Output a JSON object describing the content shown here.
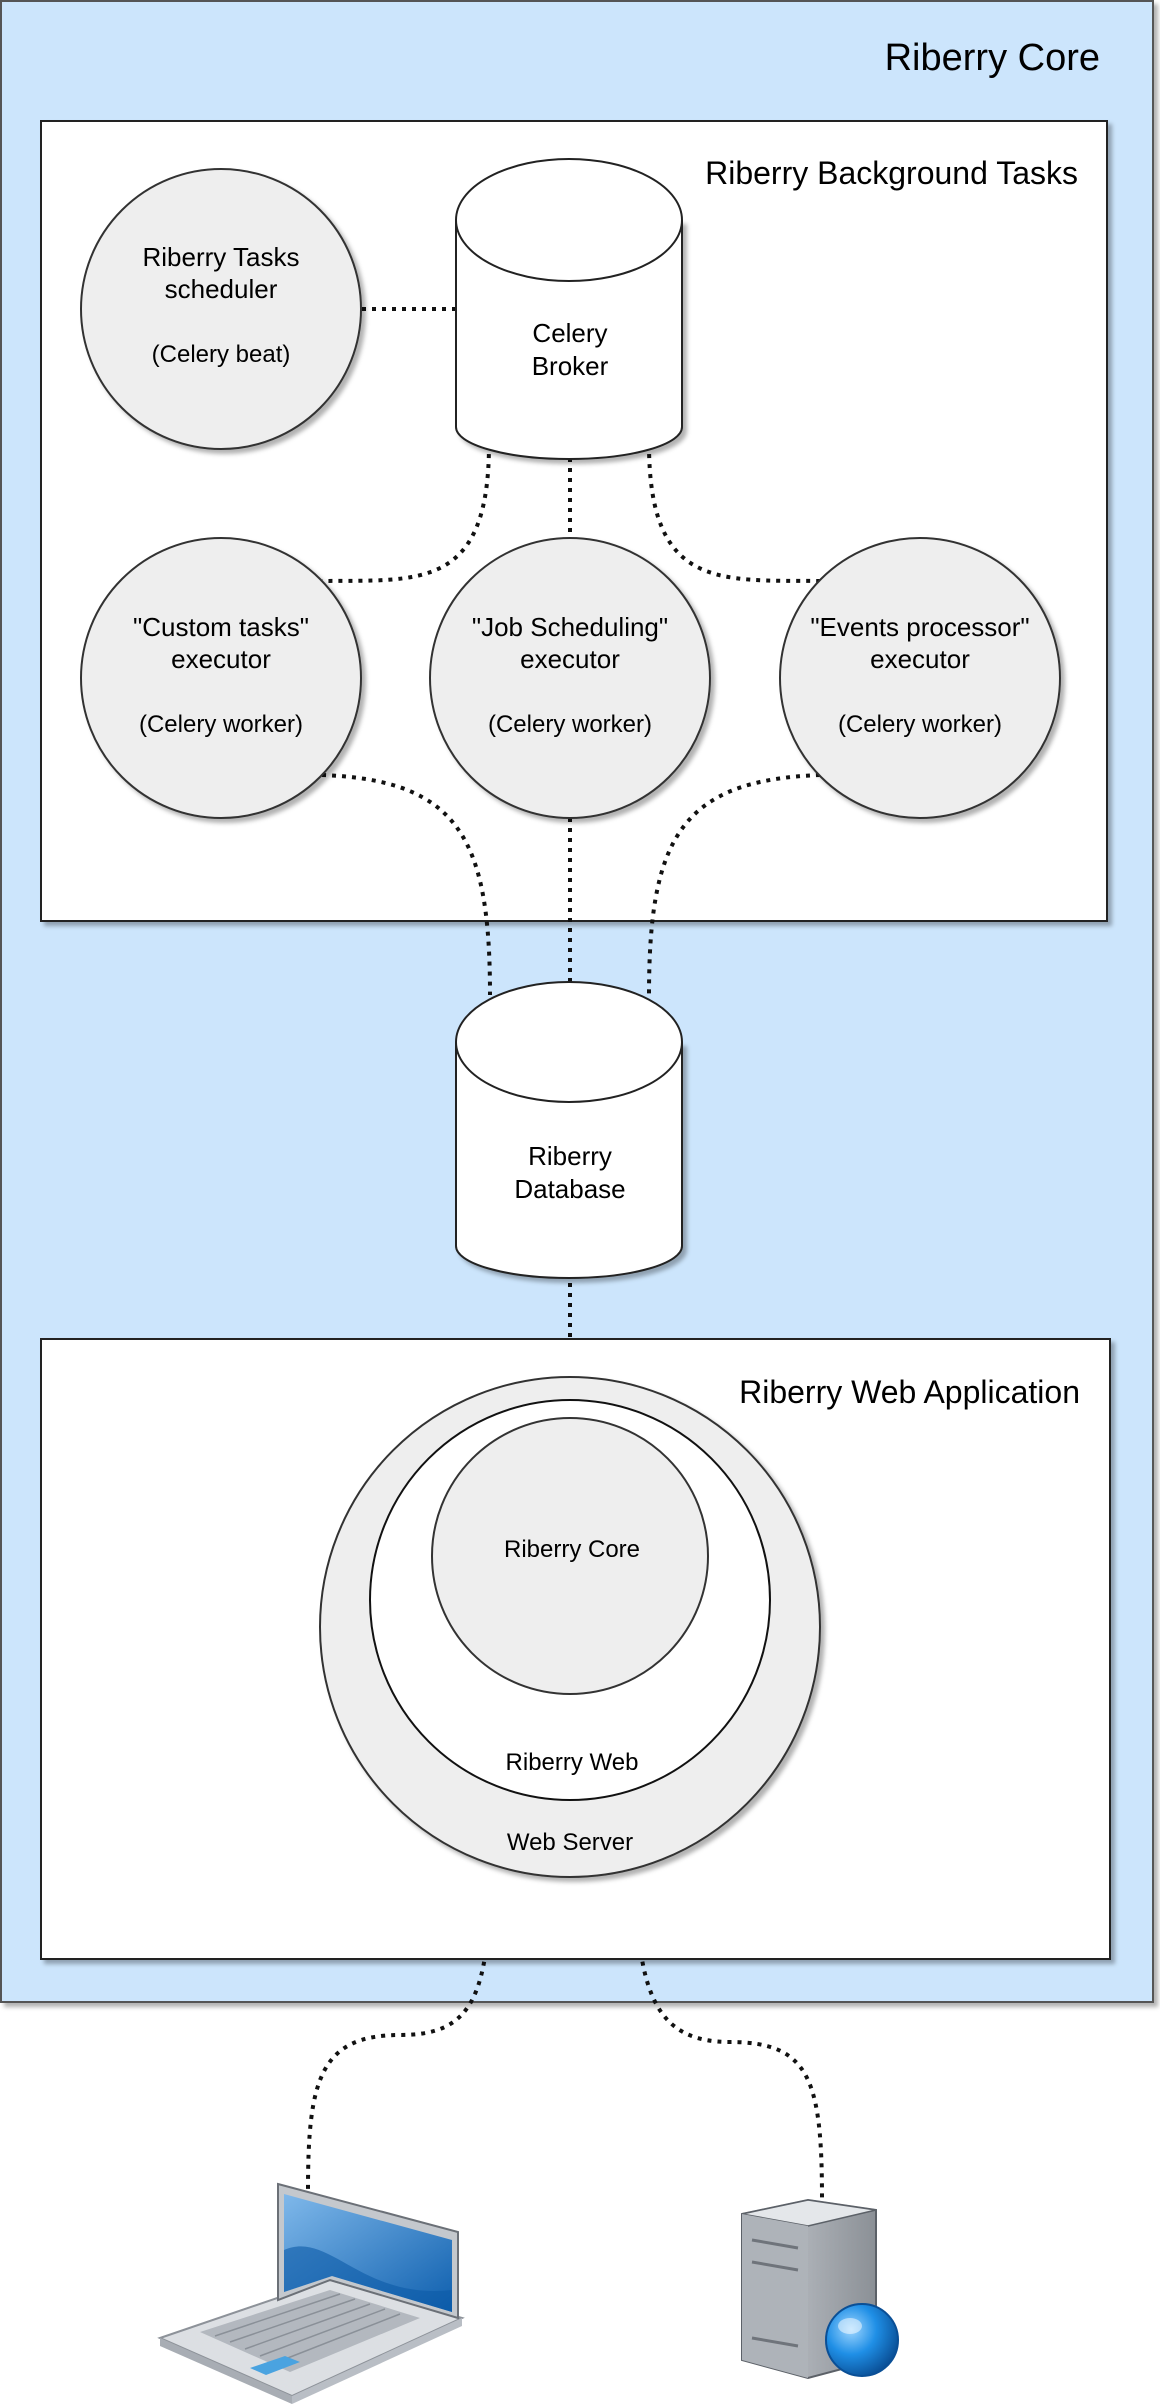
{
  "core": {
    "title": "Riberry Core"
  },
  "background": {
    "title": "Riberry Background Tasks",
    "scheduler": {
      "line1": "Riberry Tasks",
      "line2": "scheduler",
      "line3": "(Celery beat)"
    },
    "broker": {
      "line1": "Celery",
      "line2": "Broker"
    },
    "workers": [
      {
        "line1": "\"Custom tasks\"",
        "line2": "executor",
        "line3": "(Celery worker)"
      },
      {
        "line1": "\"Job Scheduling\"",
        "line2": "executor",
        "line3": "(Celery worker)"
      },
      {
        "line1": "\"Events processor\"",
        "line2": "executor",
        "line3": "(Celery worker)"
      }
    ]
  },
  "database": {
    "line1": "Riberry",
    "line2": "Database"
  },
  "webapp": {
    "title": "Riberry Web Application",
    "inner": "Riberry Core",
    "middle": "Riberry Web",
    "outer": "Web Server"
  },
  "icons": [
    "laptop-icon",
    "server-icon"
  ],
  "colors": {
    "core_bg": "#cce5fc",
    "circle_fill": "#eeeeee",
    "laptop_screen": "#1a73c2",
    "server_globe": "#1a8de0"
  }
}
